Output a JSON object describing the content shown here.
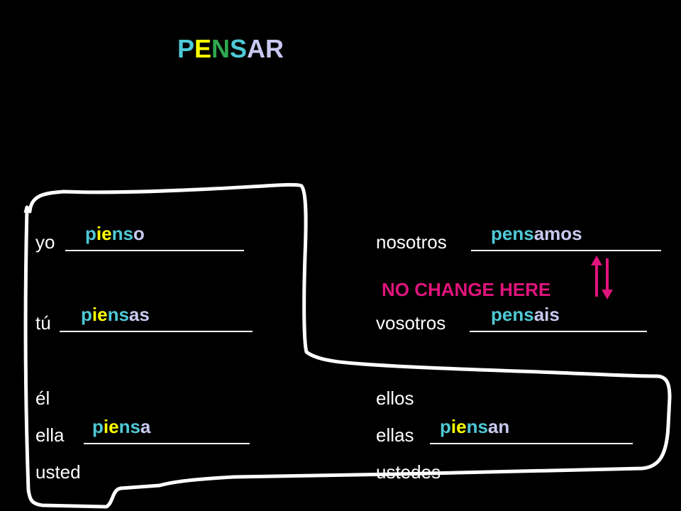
{
  "title": {
    "p": "P",
    "e": "E",
    "n": "N",
    "s": "S",
    "ar": "AR"
  },
  "subjects": {
    "yo": "yo",
    "tu": "tú",
    "el": "él",
    "ella": "ella",
    "usted": "usted",
    "nosotros": "nosotros",
    "vosotros": "vosotros",
    "ellos": "ellos",
    "ellas": "ellas",
    "ustedes": "ustedes"
  },
  "answers": {
    "yo": {
      "p": "p",
      "ie": "ie",
      "ns": "ns",
      "end": "o"
    },
    "tu": {
      "p": "p",
      "ie": "ie",
      "ns": "ns",
      "end": "as"
    },
    "ella": {
      "p": "p",
      "ie": "ie",
      "ns": "ns",
      "end": "a"
    },
    "ellas": {
      "p": "p",
      "ie": "ie",
      "ns": "ns",
      "end": "an"
    },
    "nosotros": {
      "stem": "pens",
      "end": "amos"
    },
    "vosotros": {
      "stem": "pens",
      "end": "ais"
    }
  },
  "note": "NO CHANGE HERE",
  "colors": {
    "teal": "#4FC9D6",
    "yellow": "#FFFF00",
    "green": "#2FA84F",
    "magenta": "#E0147C",
    "lavender": "#C9C9F0"
  }
}
